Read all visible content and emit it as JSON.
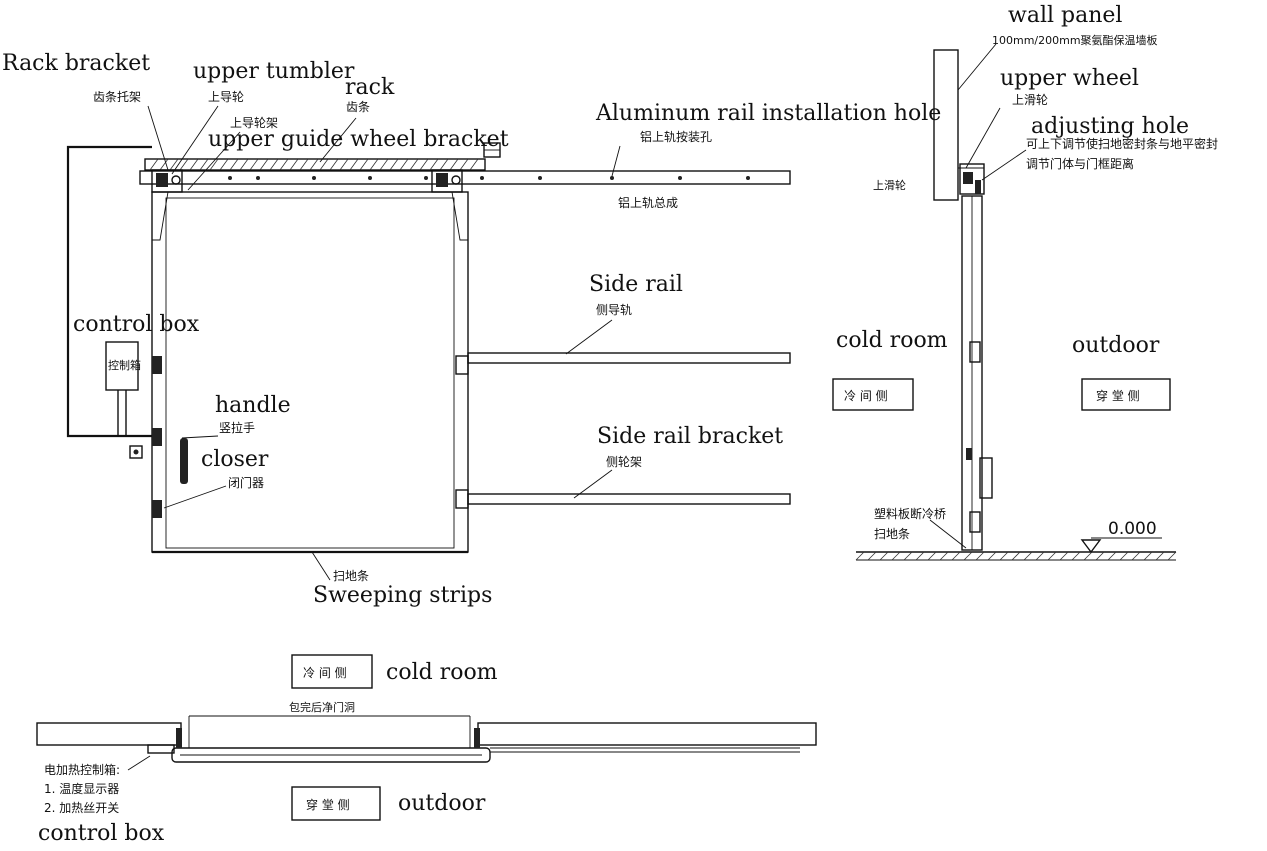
{
  "front_view": {
    "labels": {
      "rack_bracket_en": "Rack bracket",
      "rack_bracket_cn": "齿条托架",
      "upper_tumbler_en": "upper tumbler",
      "upper_tumbler_cn": "上导轮",
      "upper_guide_bracket_cn": "上导轮架",
      "upper_guide_bracket_en": "upper guide wheel bracket",
      "rack_en": "rack",
      "rack_cn": "齿条",
      "rail_hole_en": "Aluminum rail installation hole",
      "rail_hole_cn": "铝上轨按装孔",
      "rail_assembly_cn": "铝上轨总成",
      "side_rail_en": "Side rail",
      "side_rail_cn": "侧导轨",
      "side_rail_bracket_en": "Side rail bracket",
      "side_rail_bracket_cn": "侧轮架",
      "control_box_en": "control box",
      "control_box_cn": "控制箱",
      "handle_en": "handle",
      "handle_cn": "竖拉手",
      "closer_en": "closer",
      "closer_cn": "闭门器",
      "sweep_cn": "扫地条",
      "sweep_en": "Sweeping strips"
    }
  },
  "side_view": {
    "labels": {
      "wall_panel_en": "wall panel",
      "wall_panel_cn": "100mm/200mm聚氨酯保温墙板",
      "upper_wheel_en": "upper wheel",
      "upper_wheel_cn": "上滑轮",
      "upper_sliding_cn": "上滑轮",
      "adjusting_hole_en": "adjusting hole",
      "adjusting_hole_cn1": "可上下调节使扫地密封条与地平密封",
      "adjusting_hole_cn2": "调节门体与门框距离",
      "cold_room_en": "cold room",
      "cold_room_cn": "冷 间 侧",
      "outdoor_en": "outdoor",
      "outdoor_cn": "穿 堂 侧",
      "thermal_break_cn": "塑料板断冷桥",
      "sweep_cn": "扫地条",
      "level": "0.000"
    }
  },
  "plan_view": {
    "labels": {
      "cold_room_cn": "冷 间 侧",
      "cold_room_en": "cold room",
      "opening_cn": "包完后净门洞",
      "outdoor_cn": "穿 堂 侧",
      "outdoor_en": "outdoor",
      "heater_box_cn": "电加热控制箱:",
      "heater_item1_cn": "1. 温度显示器",
      "heater_item2_cn": "2. 加热丝开关",
      "control_box_en": "control box"
    }
  }
}
